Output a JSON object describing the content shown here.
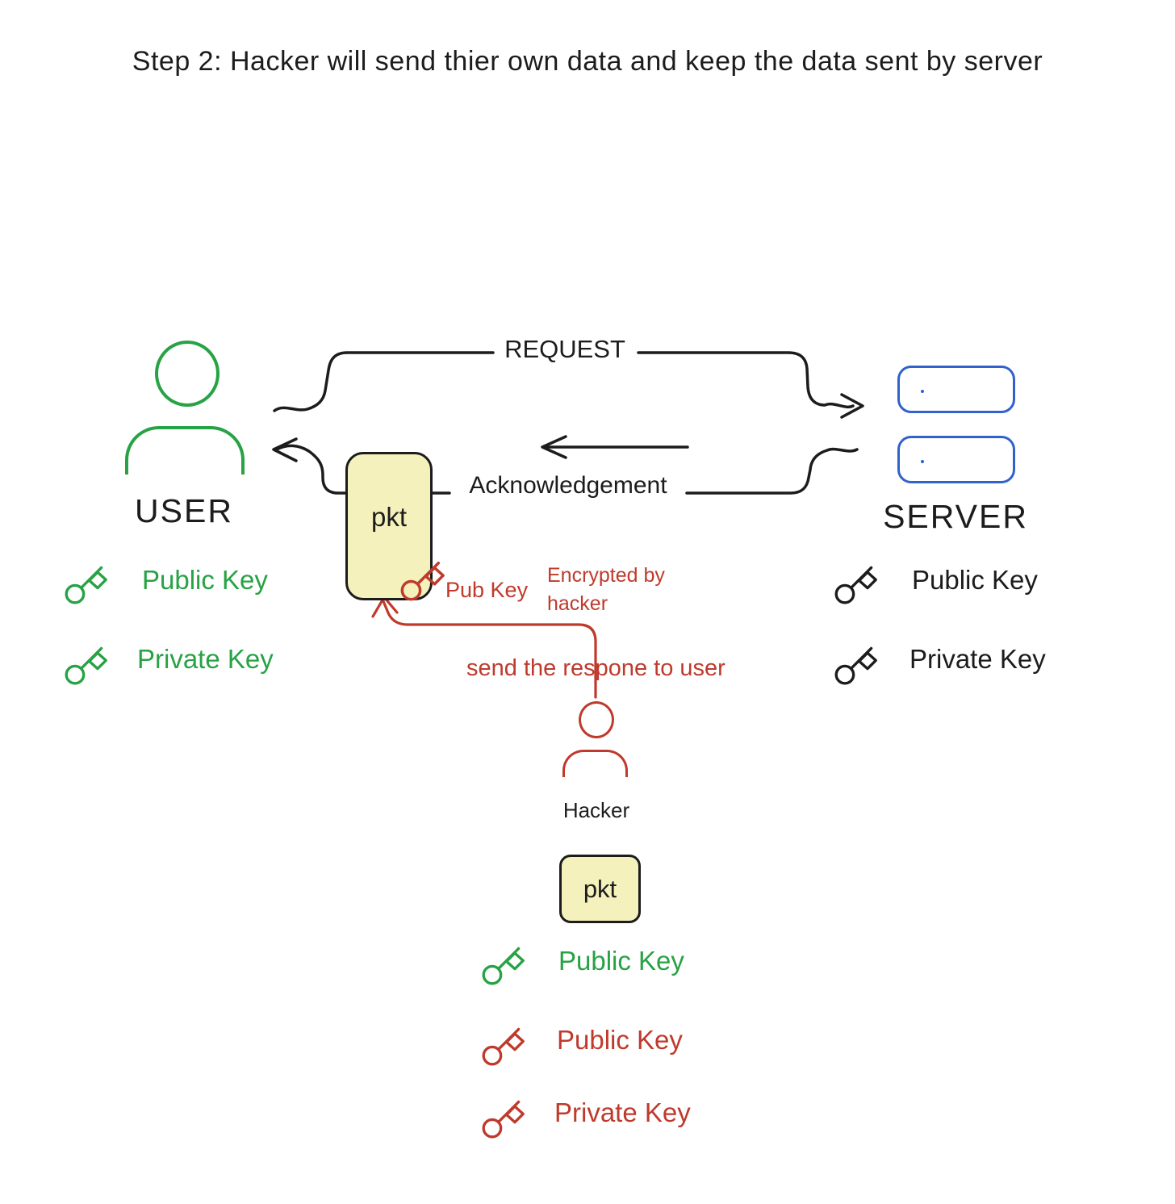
{
  "title": "Step 2: Hacker will send thier own data and keep the data sent by server",
  "colors": {
    "ink": "#1c1c1c",
    "green": "#27a244",
    "red": "#bf3a2c",
    "blue": "#3161cc",
    "packet": "#f4f1bd"
  },
  "user": {
    "label": "USER",
    "public_key_label": "Public Key",
    "private_key_label": "Private Key"
  },
  "server": {
    "label": "SERVER",
    "public_key_label": "Public Key",
    "private_key_label": "Private Key"
  },
  "hacker": {
    "label": "Hacker",
    "packet_label": "pkt",
    "stolen_public_key_label": "Public Key",
    "own_public_key_label": "Public Key",
    "own_private_key_label": "Private Key"
  },
  "flows": {
    "request_label": "REQUEST",
    "ack_label": "Acknowledgement",
    "pub_key_label": "Pub Key",
    "encrypted_by_label": "Encrypted by hacker",
    "send_response_label": "send the respone to user"
  },
  "packets": {
    "intercepted_label": "pkt"
  }
}
